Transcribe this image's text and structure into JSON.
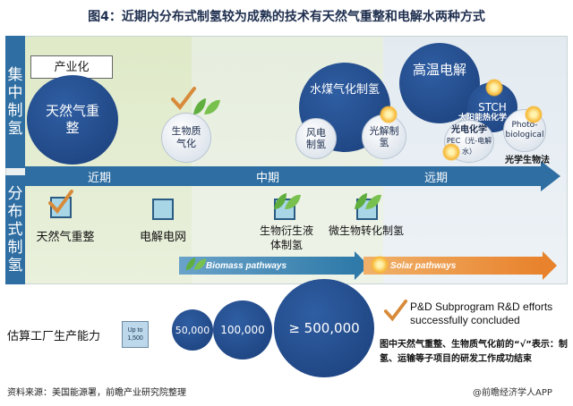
{
  "title": "图4：近期内分布式制氢较为成熟的技术有天然气重整和电解水两种方式",
  "row_labels": {
    "central": "集中制氢",
    "distributed": "分布式制氢"
  },
  "industry_label": "产业化",
  "timeline": {
    "near": "近期",
    "mid": "中期",
    "far": "远期"
  },
  "central_items": {
    "natural_gas": "天然气重整",
    "biomass_gas": "生物质气化",
    "coal_gas": "水煤气化制氢",
    "wind": "风电制氢",
    "photolysis": "光解制氢",
    "high_temp": "高温电解",
    "stch": "STCH",
    "solar_thermo": "太阳能热化学",
    "pec": "光电化学",
    "pec_sub": "PEC（光-电解水）",
    "photobio": "Photo-biological",
    "photobio_cn": "光学生物法"
  },
  "distributed_items": {
    "natural_gas": "天然气重整",
    "electrolysis": "电解电网",
    "bio_liquid": "生物衍生液体制氢",
    "microbial": "微生物转化制氢"
  },
  "pathways": {
    "biomass": "Biomass pathways",
    "solar": "Solar pathways"
  },
  "capacity": {
    "label": "估算工厂生产能力",
    "unit": "Up to 1,500",
    "c1": "50,000",
    "c2": "100,000",
    "c3": "≥ 500,000"
  },
  "legend": {
    "check_text": "P&D Subprogram R&D efforts successfully concluded",
    "note": "图中天然气重整、生物质气化前的“√”表示：制氢、运输等子项目的研发工作成功结束"
  },
  "source": "资料来源：美国能源署，前瞻产业研究院整理",
  "brand": "@前瞻经济学人APP",
  "colors": {
    "accent": "#2f6ea2",
    "dark_circle": "#1b3f7a",
    "solar": "#e8822c",
    "biomass": "#2f7aa9"
  }
}
